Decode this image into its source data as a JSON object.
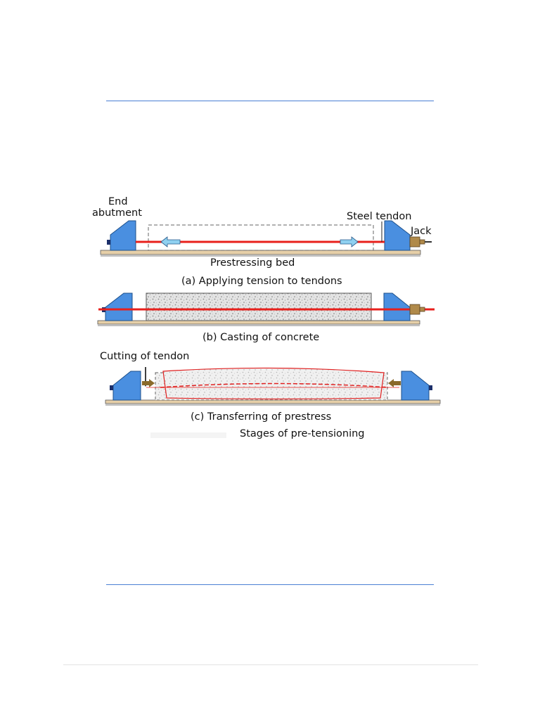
{
  "page": {
    "rule_color": "#4a7fd4",
    "footer_rule_color": "#e3e3e3"
  },
  "diagram": {
    "colors": {
      "abutment": "#4a8fe0",
      "tendon": "#e8201c",
      "bed": "#e6cfa8",
      "jack": "#b08a4a",
      "arrow": "#8fd0f0",
      "transfer_arrow": "#8a6a2a"
    },
    "stage_a": {
      "end_abutment_label_1": "End",
      "end_abutment_label_2": "abutment",
      "steel_tendon_label": "Steel tendon",
      "jack_label": "Jack",
      "bed_label": "Prestressing bed",
      "caption": "(a) Applying tension to tendons"
    },
    "stage_b": {
      "caption": "(b) Casting of concrete"
    },
    "stage_c": {
      "cutting_label": "Cutting of tendon",
      "caption": "(c) Transferring of prestress"
    },
    "figure_caption": "Stages of pre-tensioning"
  }
}
